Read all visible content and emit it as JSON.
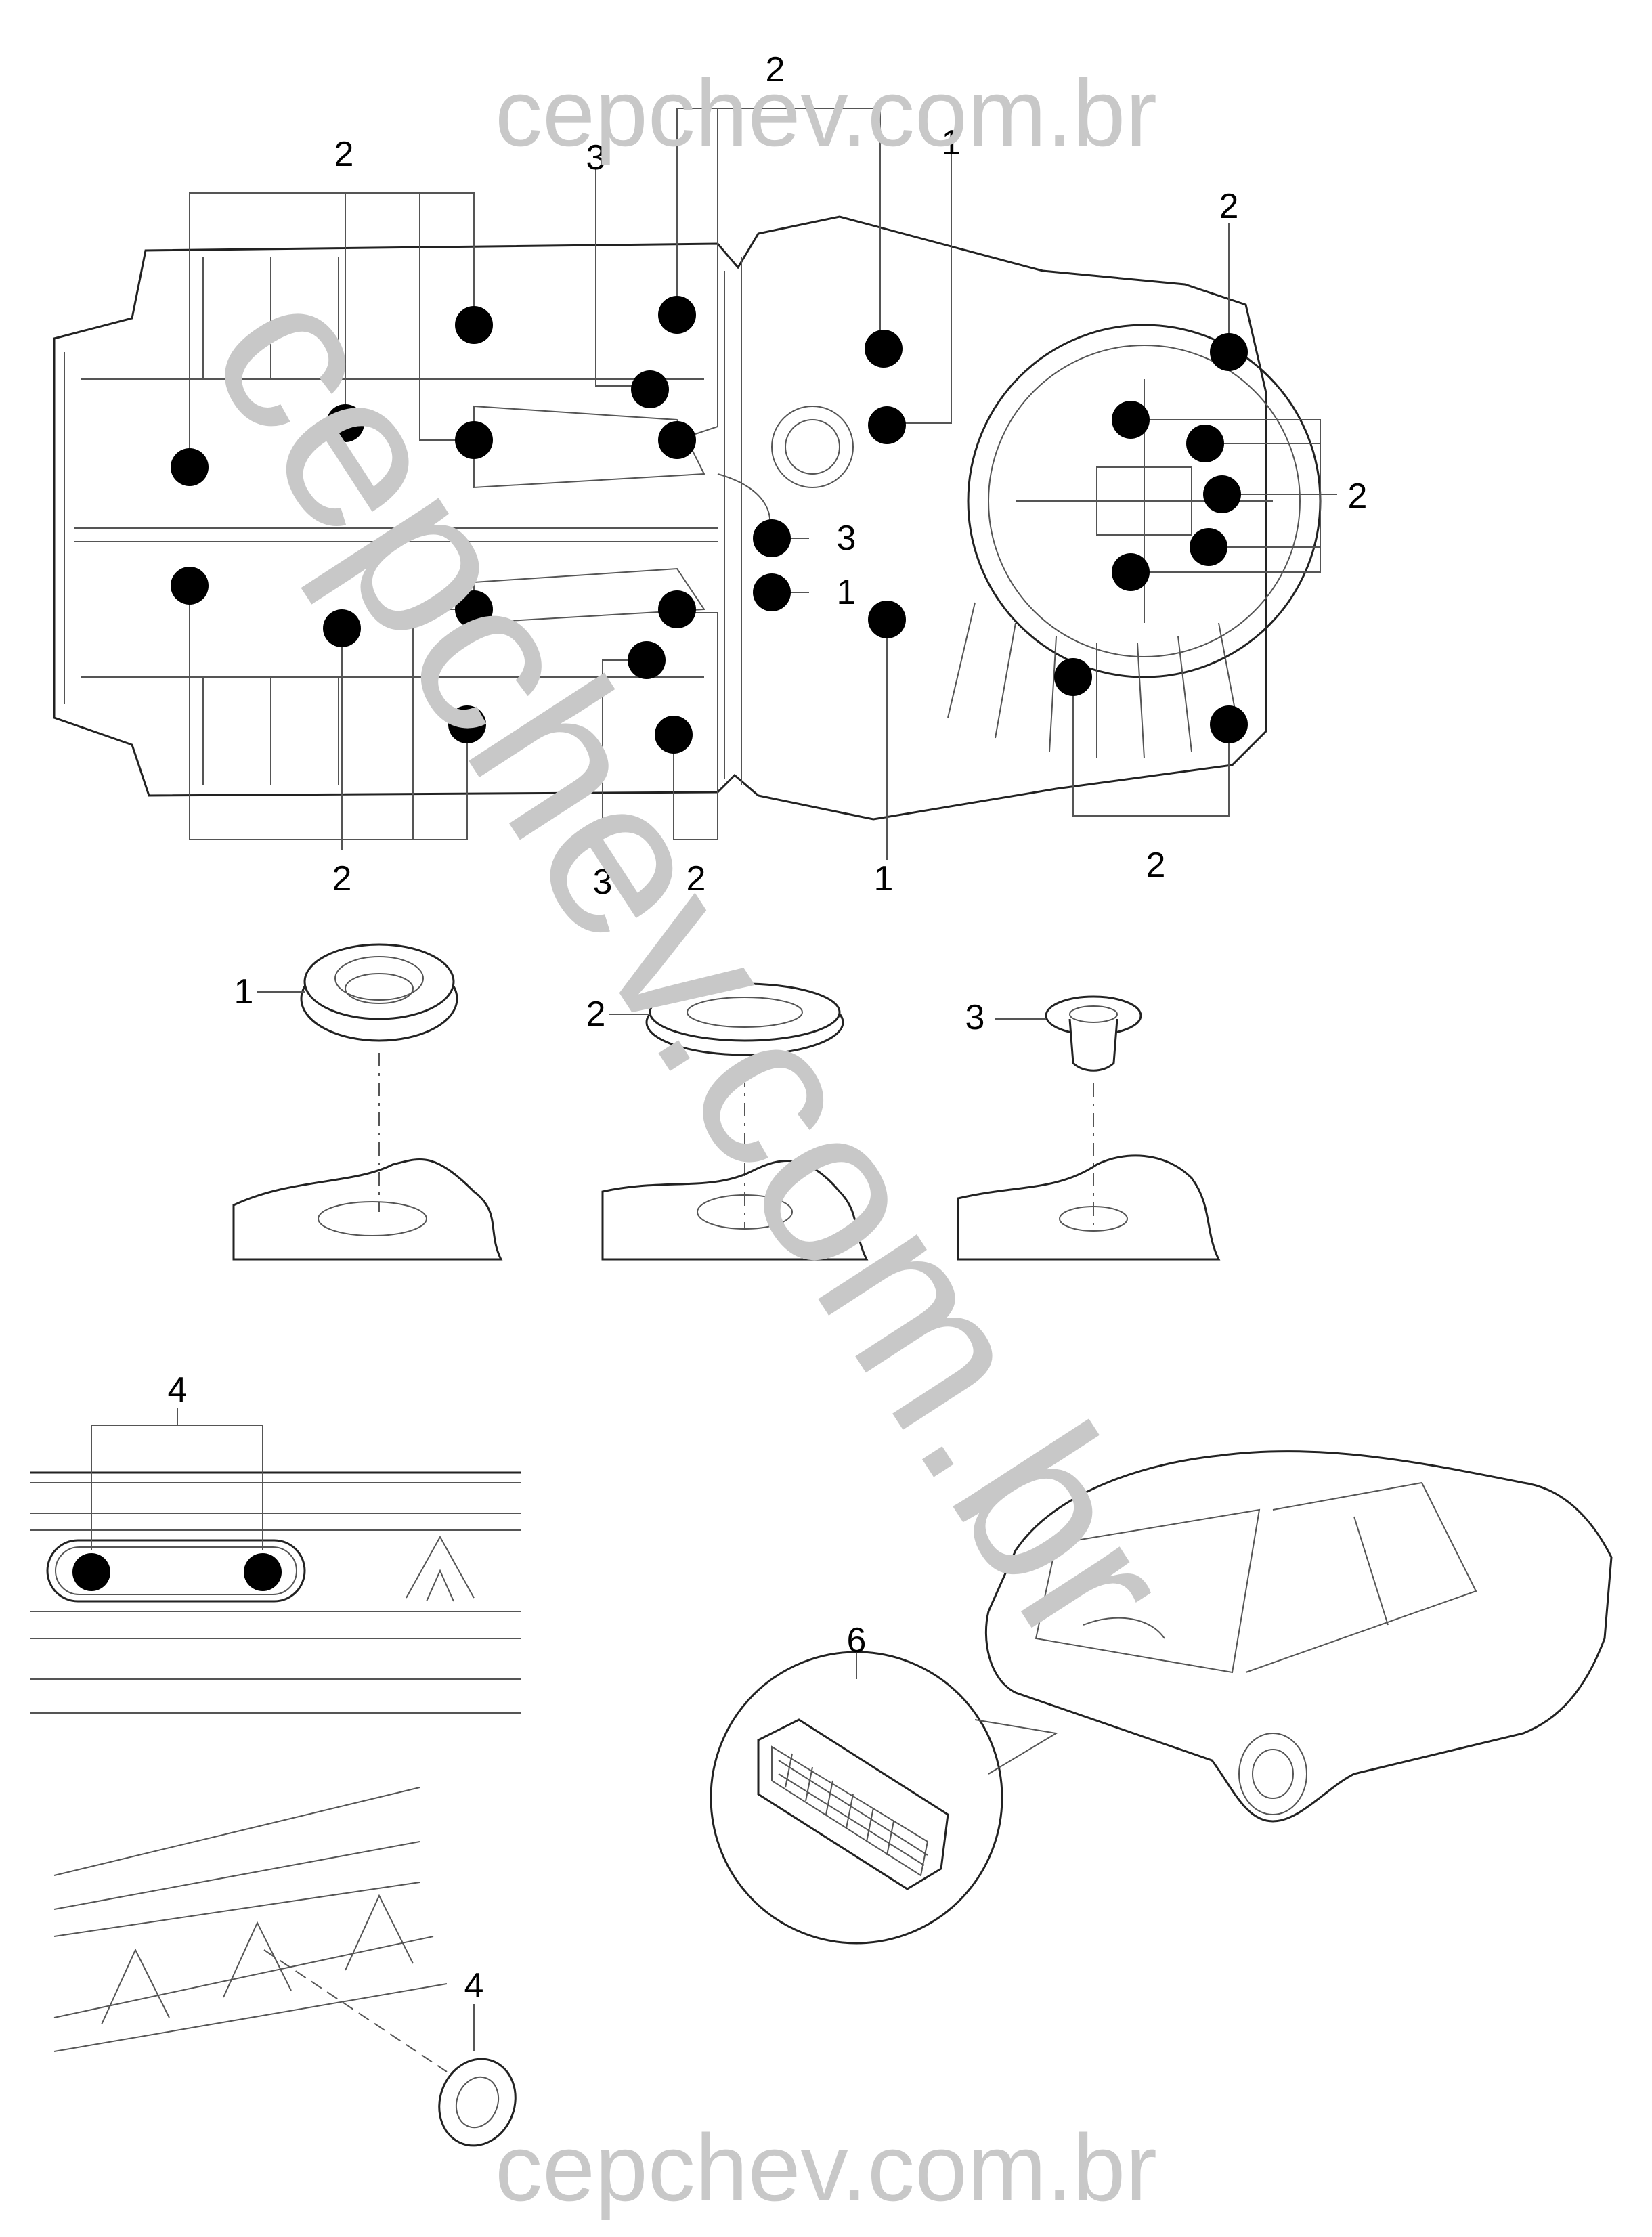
{
  "watermark": {
    "top": "cepchev.com.br",
    "bottom": "cepchev.com.br",
    "diagonal": "cepchev.com.br",
    "color": "#c8c8c8"
  },
  "callouts": {
    "grommet_large": "1",
    "grommet_medium": "2",
    "grommet_small": "3",
    "plug_rail": "4",
    "vent_panel": "6"
  },
  "underbody_labels": {
    "top_left_group": "2",
    "top_center_group": "2",
    "top_3": "3",
    "top_1": "1",
    "rear_top_right": "2",
    "right_group": "2",
    "mid_3": "3",
    "mid_1": "1",
    "bottom_left_group": "2",
    "bottom_3": "3",
    "bottom_2": "2",
    "bottom_1": "1",
    "bottom_right_group": "2"
  }
}
